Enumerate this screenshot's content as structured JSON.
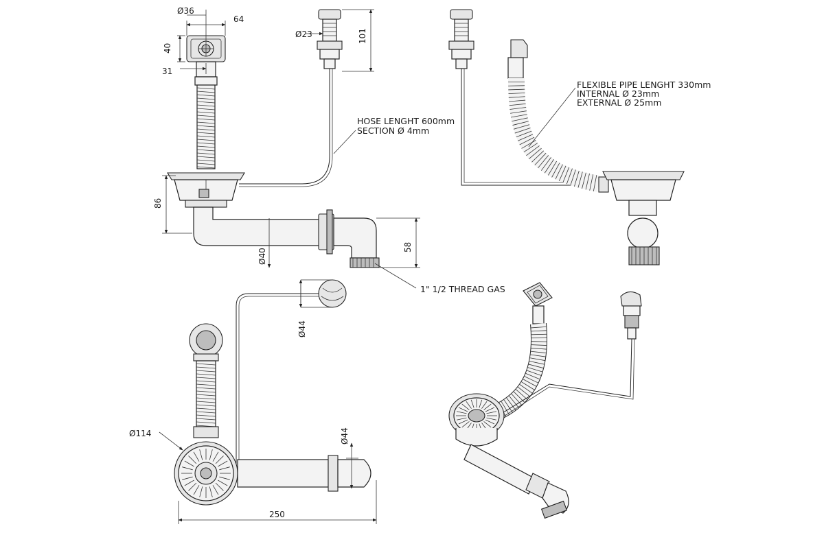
{
  "dimensions": {
    "d36": "Ø36",
    "w64": "64",
    "h40": "40",
    "w31": "31",
    "d23": "Ø23",
    "h101": "101",
    "h86": "86",
    "d40": "Ø40",
    "h58": "58",
    "d44_top": "Ø44",
    "d114": "Ø114",
    "d44_bottom": "Ø44",
    "w250": "250"
  },
  "notes": {
    "hose_line1": "HOSE LENGHT 600mm",
    "hose_line2": "SECTION Ø 4mm",
    "flex_line1": "FLEXIBLE PIPE LENGHT 330mm",
    "flex_line2": "INTERNAL Ø 23mm",
    "flex_line3": "EXTERNAL Ø 25mm",
    "thread": "1\" 1/2 THREAD GAS"
  }
}
